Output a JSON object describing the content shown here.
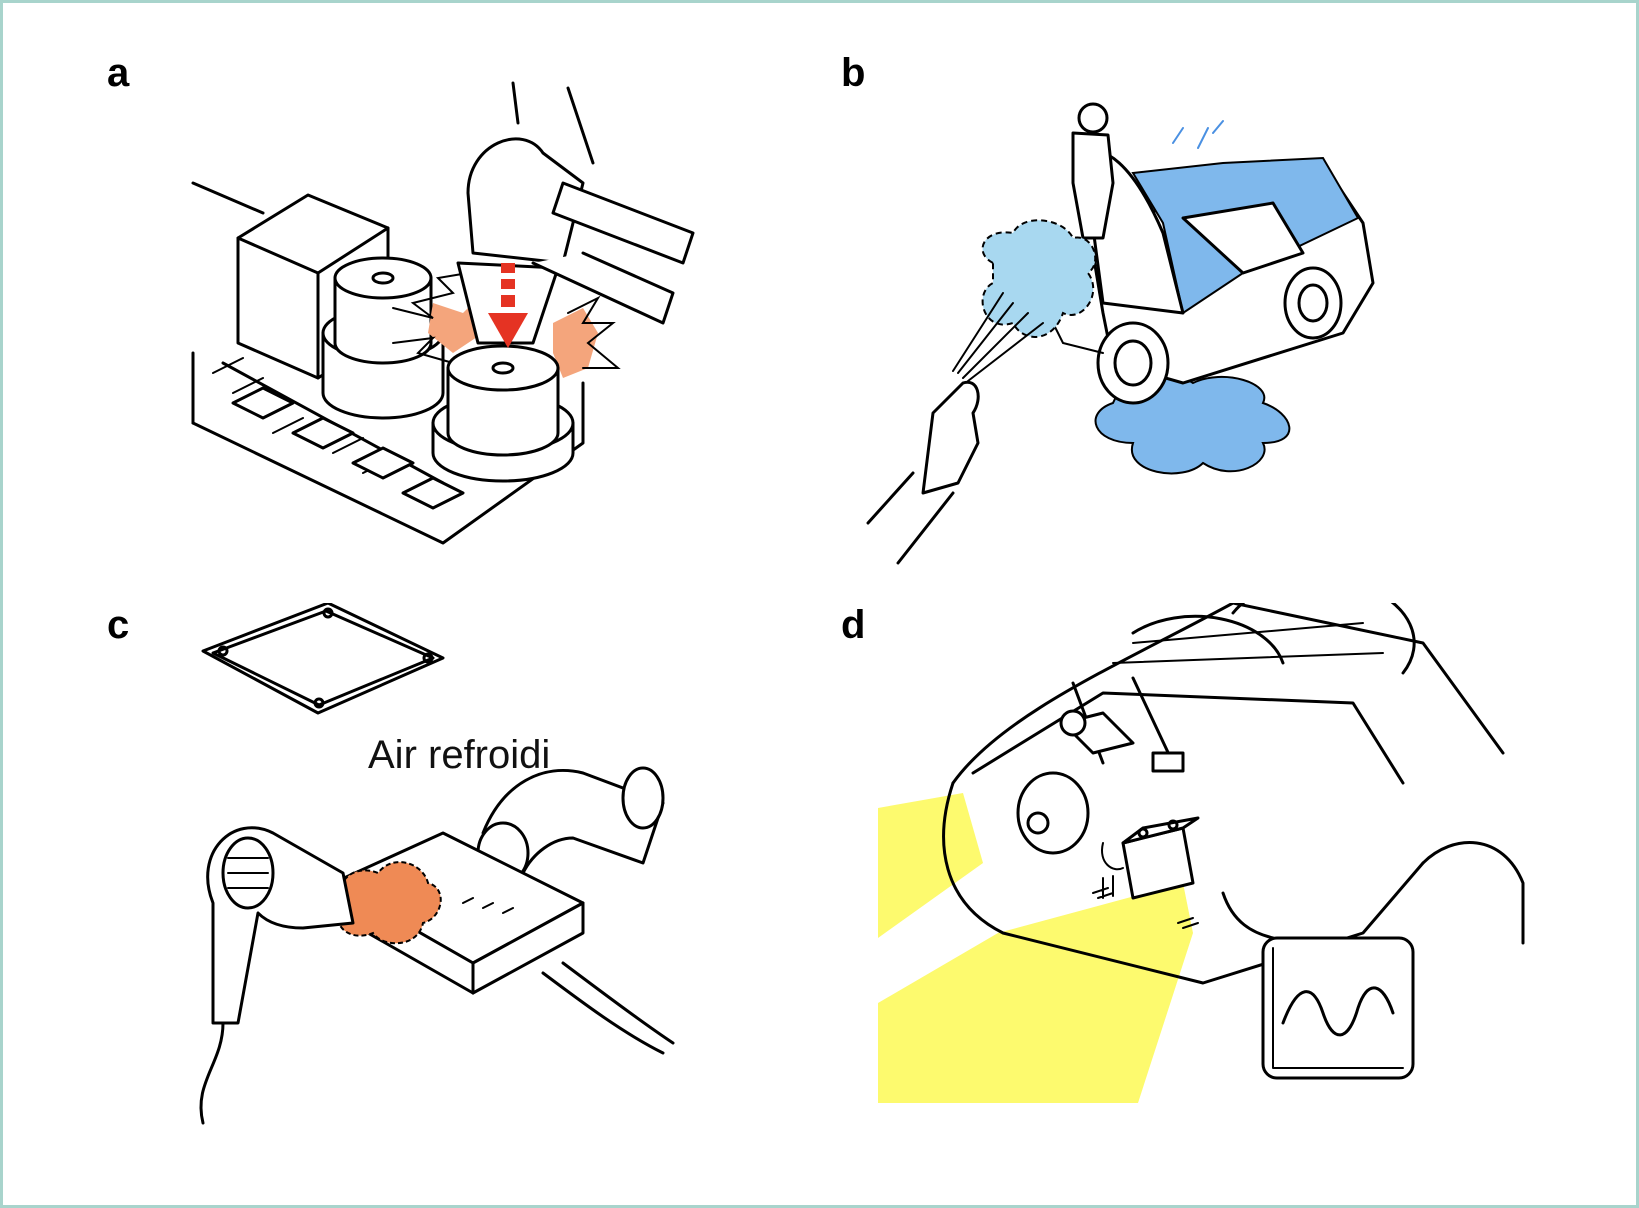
{
  "panels": [
    {
      "letter": "a"
    },
    {
      "letter": "b"
    },
    {
      "letter": "c",
      "caption": "Air refroidi"
    },
    {
      "letter": "d"
    }
  ],
  "colors": {
    "frame": "#a8d4cc",
    "impact": "#f4a57c",
    "arrow": "#e53323",
    "water": "#7fb8ec",
    "cool_air": "#6cc6ee",
    "heat": "#ef8a55",
    "light": "#fdfa6e"
  },
  "icons": [
    "relay-icon",
    "hammer-icon",
    "arrow-down-icon",
    "car-icon",
    "person-icon",
    "water-spray-icon",
    "ecu-icon",
    "hair-dryer-icon",
    "hose-icon",
    "headlight-beam-icon",
    "oscilloscope-icon",
    "battery-icon",
    "alternator-icon",
    "wiper-icon"
  ]
}
